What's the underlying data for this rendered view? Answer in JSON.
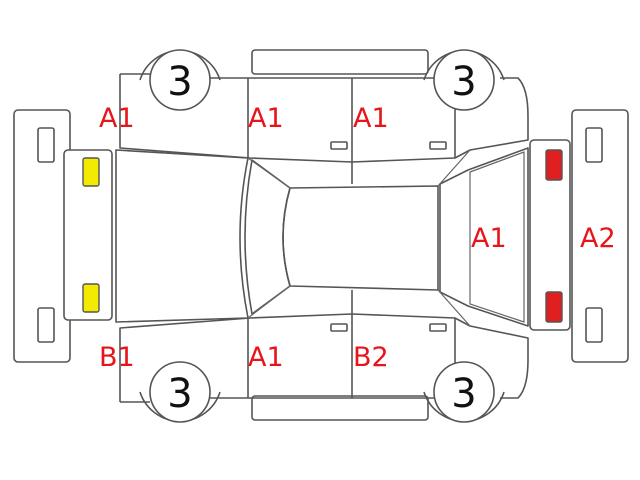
{
  "colors": {
    "line": "#555555",
    "damage_label": "#e8141b",
    "tire_number": "#111111",
    "front_lamp": "#f4ea00",
    "rear_lamp": "#e02020"
  },
  "tires": {
    "front_left": "3",
    "rear_left": "3",
    "front_right": "3",
    "rear_right": "3"
  },
  "damage": {
    "top_front_fender": "A1",
    "top_front_door": "A1",
    "top_rear_door": "A1",
    "rear_window": "A1",
    "rear_bumper": "A2",
    "bottom_front_fender": "B1",
    "bottom_front_door": "A1",
    "bottom_rear_door": "B2"
  }
}
